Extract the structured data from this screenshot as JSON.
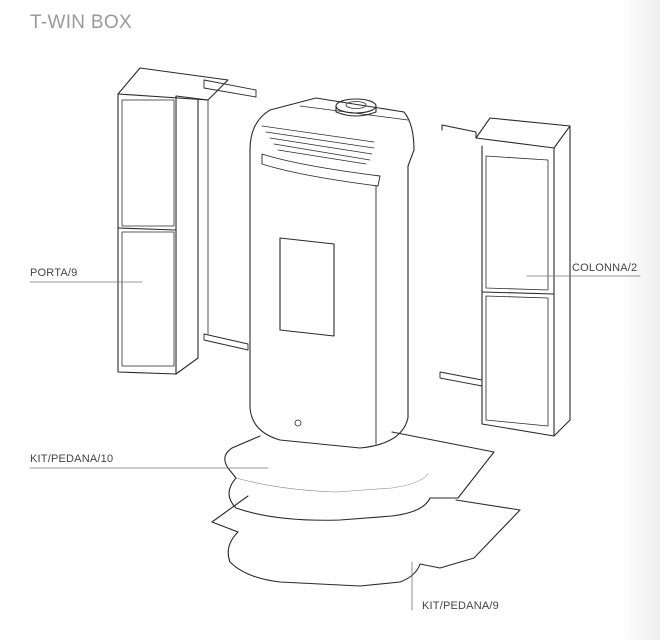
{
  "title": "T-WIN BOX",
  "labels": {
    "porta": "PORTA/9",
    "colonna": "COLONNA/2",
    "kit_pedana_10": "KIT/PEDANA/10",
    "kit_pedana_9": "KIT/PEDANA/9"
  },
  "colors": {
    "line": "#2a2a2a",
    "title": "#9a9a9a",
    "label": "#444444"
  }
}
